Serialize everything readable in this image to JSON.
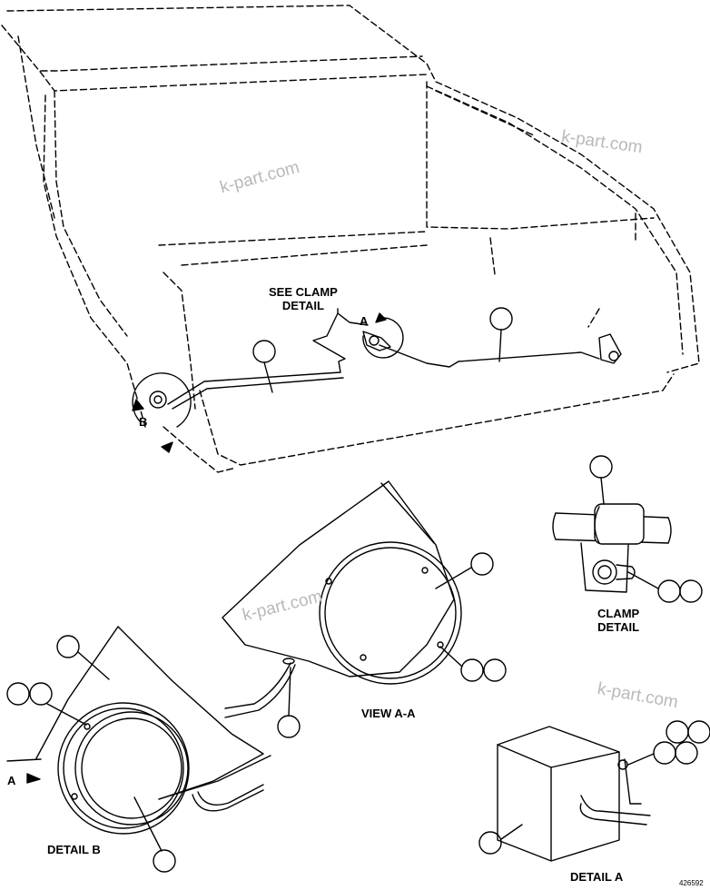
{
  "labels": {
    "see_clamp_detail": "SEE CLAMP\nDETAIL",
    "view_aa": "VIEW A-A",
    "clamp_detail": "CLAMP\nDETAIL",
    "detail_b": "DETAIL B",
    "detail_a": "DETAIL A",
    "view_arrow_a_main": "A",
    "view_arrow_b_main": "B",
    "view_arrow_a_detail_b": "A"
  },
  "watermark": "k-part.com",
  "drawing_number": "426592",
  "colors": {
    "line": "#000000",
    "watermark": "#b9b9b9",
    "background": "#ffffff"
  }
}
